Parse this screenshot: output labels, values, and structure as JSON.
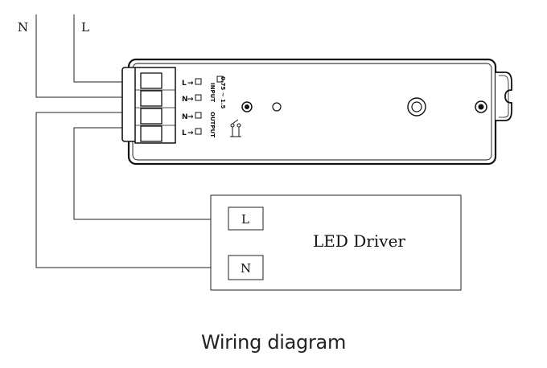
{
  "wires": {
    "neutral_label": "N",
    "line_label": "L"
  },
  "device": {
    "input_label": "INPUT",
    "output_label": "OUTPUT",
    "voltage_label": "0.75 ~ 1.5",
    "terminals": [
      {
        "label": "L"
      },
      {
        "label": "N"
      },
      {
        "label": "N"
      },
      {
        "label": "L"
      }
    ]
  },
  "led_driver": {
    "title": "LED Driver",
    "terminal_l": "L",
    "terminal_n": "N"
  },
  "caption": "Wiring diagram"
}
